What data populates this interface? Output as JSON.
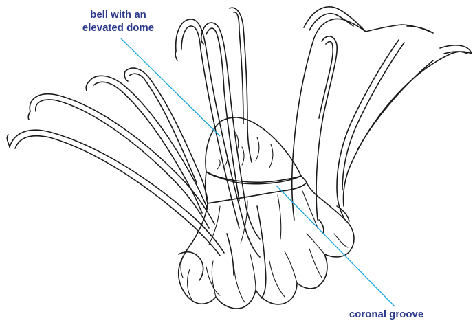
{
  "colors": {
    "label_text": "#2c3a8c",
    "leader_line": "#1ba6e0",
    "ink": "#1a1a1a",
    "background": "#ffffff"
  },
  "labels": {
    "dome_line1": "bell with an",
    "dome_line2": "elevated dome",
    "groove": "coronal groove"
  }
}
